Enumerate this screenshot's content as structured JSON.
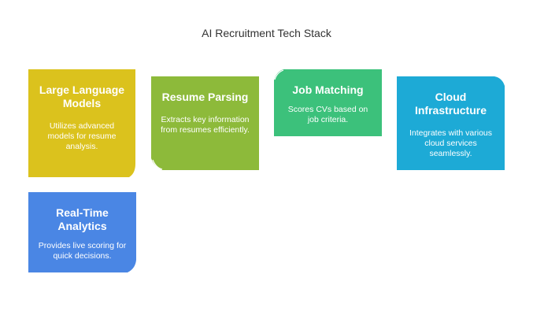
{
  "title": "AI Recruitment Tech Stack",
  "colors": {
    "llm": "#DBC21D",
    "resume": "#8DBA3A",
    "job": "#3CC17B",
    "cloud": "#1DAAD6",
    "realtime": "#4A86E4"
  },
  "cards": {
    "llm": {
      "heading": "Large Language Models",
      "desc": "Utilizes advanced models for resume analysis."
    },
    "resume": {
      "heading": "Resume Parsing",
      "desc": "Extracts key information from resumes efficiently."
    },
    "job": {
      "heading": "Job Matching",
      "desc": "Scores CVs based on job criteria."
    },
    "cloud": {
      "heading": "Cloud Infrastructure",
      "desc": "Integrates with various cloud services seamlessly."
    },
    "realtime": {
      "heading": "Real-Time Analytics",
      "desc": "Provides live scoring for quick decisions."
    }
  }
}
